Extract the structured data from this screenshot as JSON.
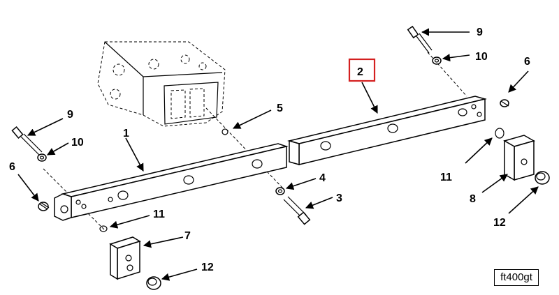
{
  "callouts": {
    "c1": "1",
    "c2": "2",
    "c3": "3",
    "c4": "4",
    "c5": "5",
    "c6_left": "6",
    "c6_right": "6",
    "c7": "7",
    "c8": "8",
    "c9_left": "9",
    "c9_right": "9",
    "c10_left": "10",
    "c10_right": "10",
    "c11_left": "11",
    "c11_right": "11",
    "c12_left": "12",
    "c12_right": "12"
  },
  "figure_ref": "ft400gt",
  "colors": {
    "ink": "#000000",
    "highlight": "#d42020",
    "paper": "#ffffff"
  }
}
